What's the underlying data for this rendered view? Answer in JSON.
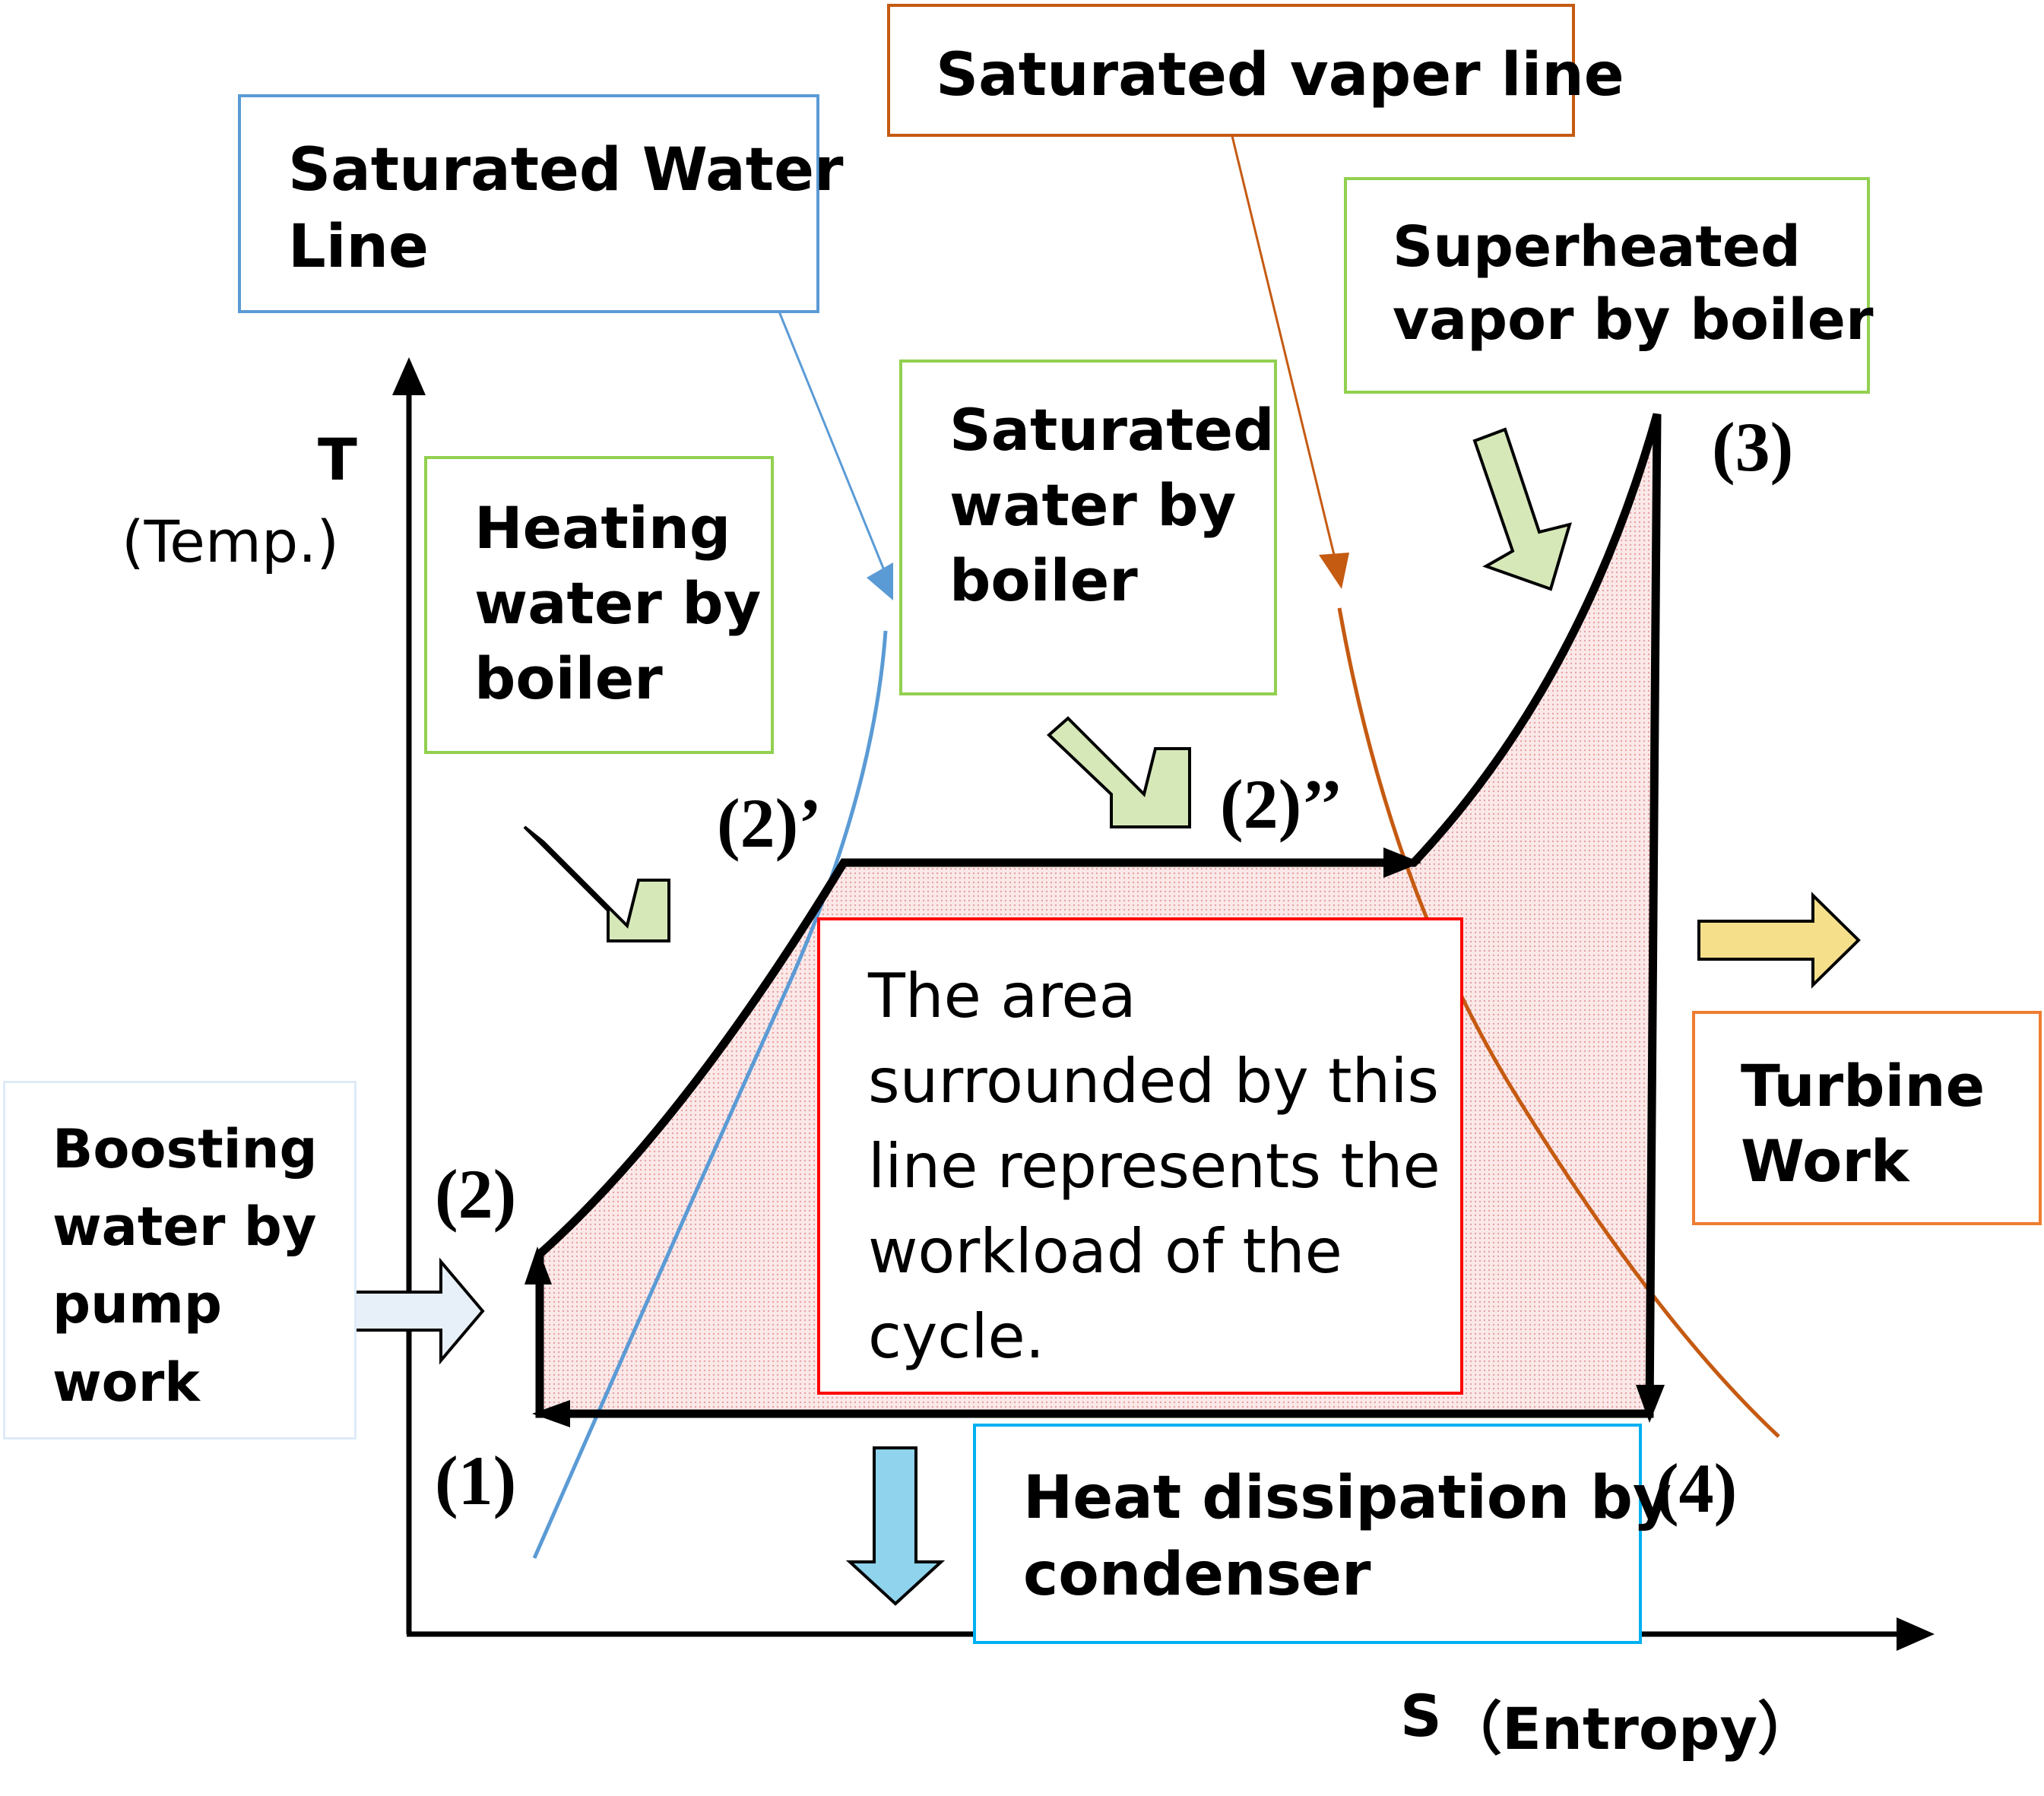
{
  "axes": {
    "t_symbol": "T",
    "t_name": "(Temp.)",
    "s_symbol": "S",
    "s_name": "（Entropy）"
  },
  "states": {
    "p1": "(1)",
    "p2": "(2)",
    "p2a": "(2)’",
    "p2b": "(2)’’",
    "p3": "(3)",
    "p4": "(4)"
  },
  "callouts": {
    "saturated_water_line": [
      "Saturated Water",
      "Line"
    ],
    "saturated_vapor_line": [
      "Saturated vaper line"
    ],
    "superheated": [
      "Superheated",
      "vapor by boiler"
    ],
    "saturated_water_boiler": [
      "Saturated",
      "water by",
      "boiler"
    ],
    "heating_water": [
      "Heating",
      "water by",
      "boiler"
    ],
    "boosting_water": [
      "Boosting",
      "water by",
      "pump",
      "work"
    ],
    "area_note": [
      "The area",
      "surrounded by this",
      "line represents the",
      "workload of the",
      "cycle."
    ],
    "turbine_work": [
      "Turbine",
      "Work"
    ],
    "heat_dissipation": [
      "Heat dissipation by",
      "condenser"
    ]
  },
  "colors": {
    "blue_line": "#5b9bd5",
    "orange_line": "#c55a11",
    "green_box": "#92d050",
    "red_box": "#ff0000",
    "cyan_box": "#00b0f0",
    "area_fill": "#f7d6d6"
  }
}
